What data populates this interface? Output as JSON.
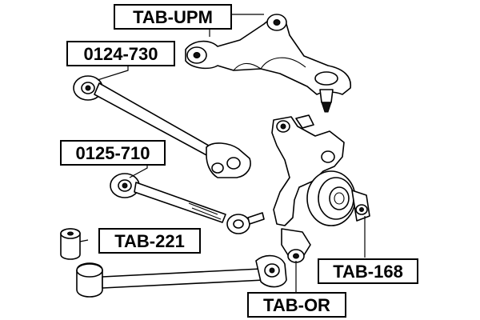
{
  "labels": {
    "tab_upm": "TAB-UPM",
    "p0124_730": "0124-730",
    "p0125_710": "0125-710",
    "tab_221": "TAB-221",
    "tab_168": "TAB-168",
    "tab_or": "TAB-OR"
  }
}
